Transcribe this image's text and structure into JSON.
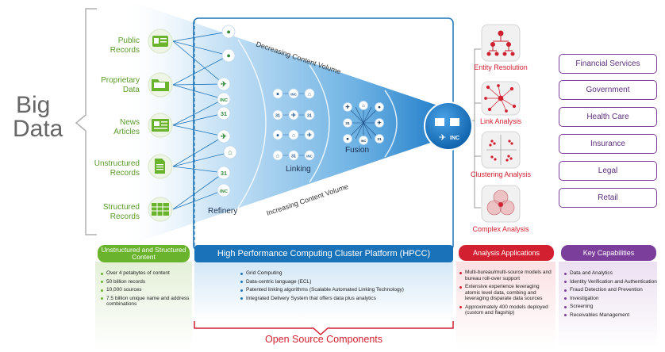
{
  "big_data": {
    "line1": "Big",
    "line2": "Data"
  },
  "sources": [
    {
      "label_line1": "Public",
      "label_line2": "Records",
      "icon": "id-card-icon"
    },
    {
      "label_line1": "Proprietary",
      "label_line2": "Data",
      "icon": "folder-icon"
    },
    {
      "label_line1": "News",
      "label_line2": "Articles",
      "icon": "newspaper-icon"
    },
    {
      "label_line1": "Unstructured",
      "label_line2": "Records",
      "icon": "document-icon"
    },
    {
      "label_line1": "Structured",
      "label_line2": "Records",
      "icon": "spreadsheet-icon"
    }
  ],
  "stages": {
    "refinery": "Refinery",
    "linking": "Linking",
    "fusion": "Fusion"
  },
  "funnel_labels": {
    "top": "Decreasing Content Volume",
    "bottom": "Increasing Content Volume"
  },
  "node_glyphs": {
    "person": "●",
    "plane": "✈",
    "bank": "⌂",
    "calendar": "31",
    "inc": "INC"
  },
  "analysis": [
    {
      "label": "Entity Resolution",
      "icon": "org-chart-icon"
    },
    {
      "label": "Link Analysis",
      "icon": "network-icon"
    },
    {
      "label": "Clustering Analysis",
      "icon": "scatter-cluster-icon"
    },
    {
      "label": "Complex Analysis",
      "icon": "venn-icon"
    }
  ],
  "capabilities": [
    "Financial Services",
    "Government",
    "Health Care",
    "Insurance",
    "Legal",
    "Retail"
  ],
  "panels": {
    "content": {
      "title": "Unstructured and Structured Content",
      "items": [
        "Over 4 petabytes of content",
        "50 billion records",
        "10,000 sources",
        "7.5 billion unique name and address combinations"
      ]
    },
    "hpcc": {
      "title": "High Performance Computing Cluster Platform (HPCC)",
      "items": [
        "Grid Computing",
        "Data-centric language (ECL)",
        "Patented linking algorithms (Scalable Automated Linking Technology)",
        "Integrated Delivery System that offers data plus analytics"
      ]
    },
    "analysis_apps": {
      "title": "Analysis Applications",
      "items": [
        "Multi-bureau/multi-source models and bureau roll-over support",
        "Extensive experience leveraging atomic level data, combing and leveraging disparate data sources",
        "Approximately 400 models deployed (custom and flagship)"
      ]
    },
    "key_caps": {
      "title": "Key Capabilities",
      "items": [
        "Data and Analytics",
        "Identity Verification and Authentication",
        "Fraud Detection and Prevention",
        "Investigation",
        "Screening",
        "Receivables Management"
      ]
    }
  },
  "open_source_label": "Open Source Components",
  "colors": {
    "green": "#6ab42d",
    "blue": "#1a73b8",
    "red": "#d22030",
    "purple": "#7b3e9a",
    "cap_text": "#5c2d7b"
  }
}
